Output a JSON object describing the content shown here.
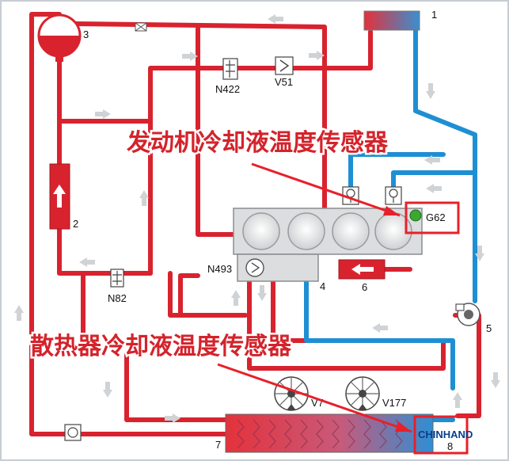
{
  "labels": {
    "radiator_top": "1",
    "pump": "2",
    "expansion_tank": "3",
    "branch_4": "4",
    "pump_5": "5",
    "oil_cooler": "6",
    "radiator": "7",
    "sensor_8": "8",
    "valve_n422": "N422",
    "valve_v51": "V51",
    "valve_n493": "N493",
    "valve_n82": "N82",
    "sensor_g62": "G62",
    "fan_v7": "V7",
    "fan_v177": "V177"
  },
  "annotations": {
    "engine_sensor": "发动机冷却液温度传感器",
    "radiator_sensor": "散热器冷却液温度传感器"
  },
  "watermark": "CHINHAND",
  "colors": {
    "hot": "#d8232f",
    "cold": "#1e8fd3",
    "highlight": "#e8202a",
    "sensor": "#3aa832"
  }
}
